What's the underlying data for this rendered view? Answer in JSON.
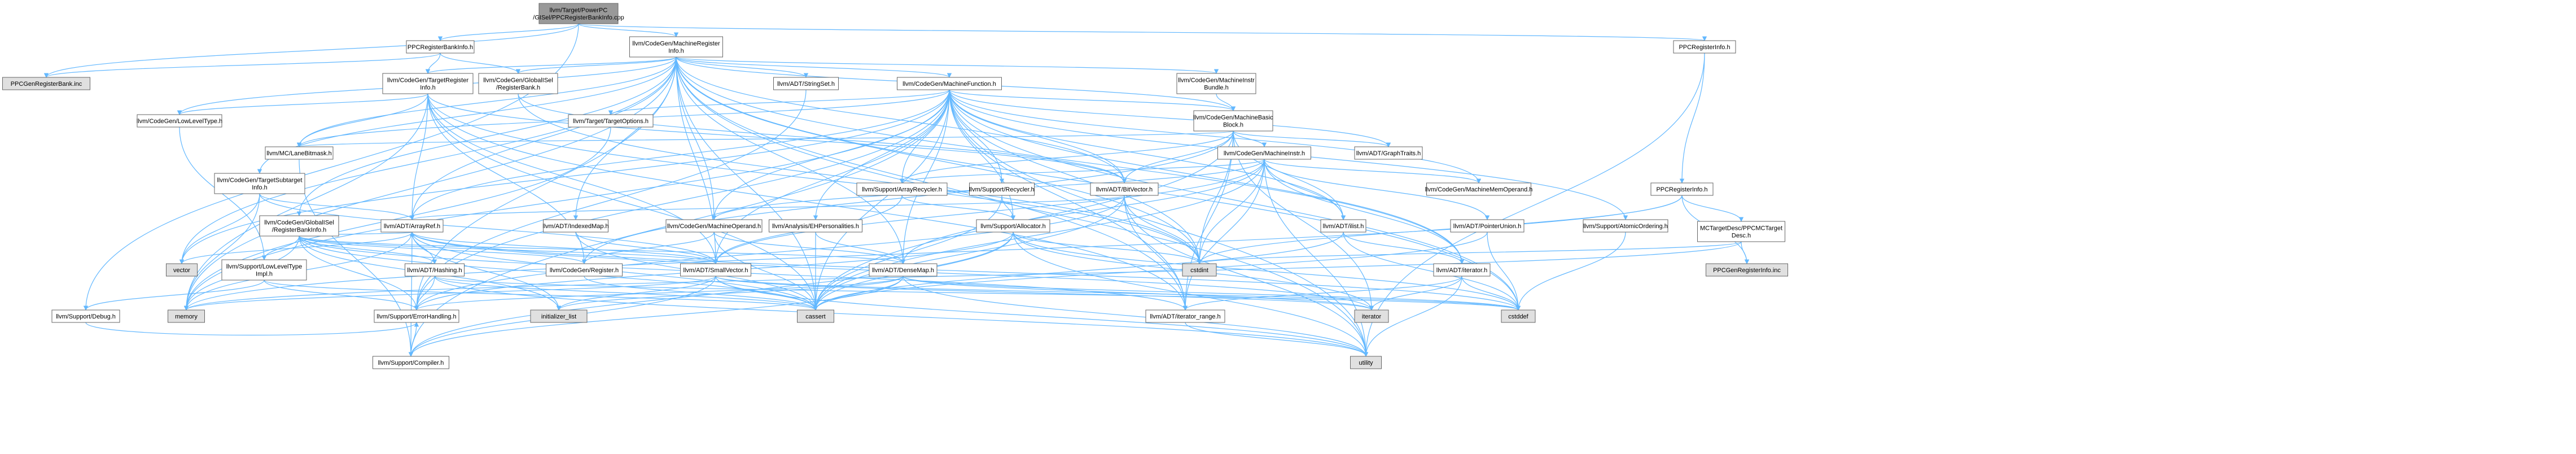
{
  "colors": {
    "edge": "#63b8ff",
    "box_border": "#666666",
    "box_fill": "#ffffff",
    "root_fill": "#999999",
    "external_fill": "#e0e0e0",
    "link_text": "#ff0000"
  },
  "nodes": [
    {
      "id": "root",
      "label": [
        "llvm/Target/PowerPC",
        "/GISel/PPCRegisterBankInfo.cpp"
      ],
      "style": "root"
    },
    {
      "id": "ppcrbi",
      "label": [
        "PPCRegisterBankInfo.h"
      ],
      "style": "plain"
    },
    {
      "id": "mri",
      "label": [
        "llvm/CodeGen/MachineRegister",
        "Info.h"
      ],
      "style": "plain"
    },
    {
      "id": "ppcreginfo",
      "label": [
        "PPCRegisterInfo.h"
      ],
      "style": "plain"
    },
    {
      "id": "ppcrbinc",
      "label": [
        "PPCGenRegisterBank.inc"
      ],
      "style": "ext"
    },
    {
      "id": "rbhdr",
      "label": [
        "llvm/CodeGen/GlobalISel",
        "/RegisterBank.h"
      ],
      "style": "plain"
    },
    {
      "id": "tri",
      "label": [
        "llvm/CodeGen/TargetRegister",
        "Info.h"
      ],
      "style": "red"
    },
    {
      "id": "stringset",
      "label": [
        "llvm/ADT/StringSet.h"
      ],
      "style": "red"
    },
    {
      "id": "mf",
      "label": [
        "llvm/CodeGen/MachineFunction.h"
      ],
      "style": "plain"
    },
    {
      "id": "mib",
      "label": [
        "llvm/CodeGen/MachineInstr",
        "Bundle.h"
      ],
      "style": "plain"
    },
    {
      "id": "llt",
      "label": [
        "llvm/CodeGen/LowLevelType.h"
      ],
      "style": "red"
    },
    {
      "id": "targetopts",
      "label": [
        "llvm/Target/TargetOptions.h"
      ],
      "style": "red"
    },
    {
      "id": "mbb",
      "label": [
        "llvm/CodeGen/MachineBasic",
        "Block.h"
      ],
      "style": "red"
    },
    {
      "id": "lanebm",
      "label": [
        "llvm/MC/LaneBitmask.h"
      ],
      "style": "red"
    },
    {
      "id": "graphtraits",
      "label": [
        "llvm/ADT/GraphTraits.h"
      ],
      "style": "plain"
    },
    {
      "id": "tsi",
      "label": [
        "llvm/CodeGen/TargetSubtarget",
        "Info.h"
      ],
      "style": "red"
    },
    {
      "id": "mi",
      "label": [
        "llvm/CodeGen/MachineInstr.h"
      ],
      "style": "red"
    },
    {
      "id": "arrayrecycler",
      "label": [
        "llvm/Support/ArrayRecycler.h"
      ],
      "style": "red"
    },
    {
      "id": "recycler",
      "label": [
        "llvm/Support/Recycler.h"
      ],
      "style": "plain"
    },
    {
      "id": "bitvector",
      "label": [
        "llvm/ADT/BitVector.h"
      ],
      "style": "red"
    },
    {
      "id": "mmo",
      "label": [
        "llvm/CodeGen/MachineMemOperand.h"
      ],
      "style": "red"
    },
    {
      "id": "ppcreginfoh",
      "label": [
        "PPCRegisterInfo.h"
      ],
      "style": "plain"
    },
    {
      "id": "rbi",
      "label": [
        "llvm/CodeGen/GlobalISel",
        "/RegisterBankInfo.h"
      ],
      "style": "plain"
    },
    {
      "id": "arrayref",
      "label": [
        "llvm/ADT/ArrayRef.h"
      ],
      "style": "red"
    },
    {
      "id": "indexedmap",
      "label": [
        "llvm/ADT/IndexedMap.h"
      ],
      "style": "red"
    },
    {
      "id": "mo",
      "label": [
        "llvm/CodeGen/MachineOperand.h"
      ],
      "style": "red"
    },
    {
      "id": "ehpers",
      "label": [
        "llvm/Analysis/EHPersonalities.h"
      ],
      "style": "red"
    },
    {
      "id": "allocator",
      "label": [
        "llvm/Support/Allocator.h"
      ],
      "style": "red"
    },
    {
      "id": "ilist",
      "label": [
        "llvm/ADT/ilist.h"
      ],
      "style": "red"
    },
    {
      "id": "ptrunion",
      "label": [
        "llvm/ADT/PointerUnion.h"
      ],
      "style": "red"
    },
    {
      "id": "atomicord",
      "label": [
        "llvm/Support/AtomicOrdering.h"
      ],
      "style": "plain"
    },
    {
      "id": "mctarget",
      "label": [
        "MCTargetDesc/PPCMCTarget",
        "Desc.h"
      ],
      "style": "red"
    },
    {
      "id": "lltimpl",
      "label": [
        "llvm/Support/LowLevelType",
        "Impl.h"
      ],
      "style": "red"
    },
    {
      "id": "hashing",
      "label": [
        "llvm/ADT/Hashing.h"
      ],
      "style": "red"
    },
    {
      "id": "register",
      "label": [
        "llvm/CodeGen/Register.h"
      ],
      "style": "red"
    },
    {
      "id": "smallvector",
      "label": [
        "llvm/ADT/SmallVector.h"
      ],
      "style": "red"
    },
    {
      "id": "densemap",
      "label": [
        "llvm/ADT/DenseMap.h"
      ],
      "style": "red"
    },
    {
      "id": "iterator",
      "label": [
        "llvm/ADT/iterator.h"
      ],
      "style": "red"
    },
    {
      "id": "ppcreginfoinc",
      "label": [
        "PPCGenRegisterInfo.inc"
      ],
      "style": "ext"
    },
    {
      "id": "vector",
      "label": [
        "vector"
      ],
      "style": "ext"
    },
    {
      "id": "cstdint",
      "label": [
        "cstdint"
      ],
      "style": "ext"
    },
    {
      "id": "debug",
      "label": [
        "llvm/Support/Debug.h"
      ],
      "style": "plain"
    },
    {
      "id": "memory",
      "label": [
        "memory"
      ],
      "style": "ext"
    },
    {
      "id": "errhandling",
      "label": [
        "llvm/Support/ErrorHandling.h"
      ],
      "style": "red"
    },
    {
      "id": "initlist",
      "label": [
        "initializer_list"
      ],
      "style": "ext"
    },
    {
      "id": "cassert",
      "label": [
        "cassert"
      ],
      "style": "ext"
    },
    {
      "id": "iterrange",
      "label": [
        "llvm/ADT/iterator_range.h"
      ],
      "style": "plain"
    },
    {
      "id": "iteratorstd",
      "label": [
        "iterator"
      ],
      "style": "ext"
    },
    {
      "id": "cstddef",
      "label": [
        "cstddef"
      ],
      "style": "ext"
    },
    {
      "id": "compiler",
      "label": [
        "llvm/Support/Compiler.h"
      ],
      "style": "red"
    },
    {
      "id": "utility",
      "label": [
        "utility"
      ],
      "style": "ext"
    }
  ],
  "edges": [
    [
      "root",
      "ppcrbi"
    ],
    [
      "root",
      "mri"
    ],
    [
      "root",
      "ppcreginfo"
    ],
    [
      "root",
      "ppcrbinc"
    ],
    [
      "root",
      "debug"
    ],
    [
      "ppcrbi",
      "ppcrbinc"
    ],
    [
      "ppcrbi",
      "rbhdr"
    ],
    [
      "ppcrbi",
      "tri"
    ],
    [
      "mri",
      "stringset"
    ],
    [
      "mri",
      "mf"
    ],
    [
      "mri",
      "mib"
    ],
    [
      "mri",
      "tri"
    ],
    [
      "mri",
      "llt"
    ],
    [
      "mri",
      "rbhdr"
    ],
    [
      "mri",
      "mbb"
    ],
    [
      "mri",
      "lanebm"
    ],
    [
      "mri",
      "tsi"
    ],
    [
      "mri",
      "bitvector"
    ],
    [
      "mri",
      "rbi"
    ],
    [
      "mri",
      "arrayref"
    ],
    [
      "mri",
      "indexedmap"
    ],
    [
      "mri",
      "mo"
    ],
    [
      "mri",
      "smallvector"
    ],
    [
      "mri",
      "densemap"
    ],
    [
      "mri",
      "iterrange"
    ],
    [
      "mri",
      "vector"
    ],
    [
      "mri",
      "memory"
    ],
    [
      "mri",
      "cstdint"
    ],
    [
      "mri",
      "utility"
    ],
    [
      "mri",
      "cassert"
    ],
    [
      "mri",
      "cstddef"
    ],
    [
      "mri",
      "iterator"
    ],
    [
      "mri",
      "errhandling"
    ],
    [
      "mf",
      "targetopts"
    ],
    [
      "mf",
      "mbb"
    ],
    [
      "mf",
      "graphtraits"
    ],
    [
      "mf",
      "ilist"
    ],
    [
      "mf",
      "bitvector"
    ],
    [
      "mf",
      "arrayrecycler"
    ],
    [
      "mf",
      "recycler"
    ],
    [
      "mf",
      "allocator"
    ],
    [
      "mf",
      "ehpers"
    ],
    [
      "mf",
      "mo"
    ],
    [
      "mf",
      "mmo"
    ],
    [
      "mf",
      "atomicord"
    ],
    [
      "mf",
      "arrayref"
    ],
    [
      "mf",
      "densemap"
    ],
    [
      "mf",
      "smallvector"
    ],
    [
      "mf",
      "cassert"
    ],
    [
      "mf",
      "cstdint"
    ],
    [
      "mf",
      "memory"
    ],
    [
      "mf",
      "utility"
    ],
    [
      "mf",
      "vector"
    ],
    [
      "mf",
      "compiler"
    ],
    [
      "mf",
      "iterator"
    ],
    [
      "mf",
      "iterrange"
    ],
    [
      "mf",
      "cstddef"
    ],
    [
      "mf",
      "errhandling"
    ],
    [
      "mf",
      "lanebm"
    ],
    [
      "mib",
      "mbb"
    ],
    [
      "mbb",
      "mi"
    ],
    [
      "mbb",
      "graphtraits"
    ],
    [
      "mbb",
      "ilist"
    ],
    [
      "mbb",
      "bitvector"
    ],
    [
      "mbb",
      "lanebm"
    ],
    [
      "mbb",
      "iterrange"
    ],
    [
      "mbb",
      "cassert"
    ],
    [
      "mbb",
      "cstdint"
    ],
    [
      "mbb",
      "iteratorstd"
    ],
    [
      "mbb",
      "register"
    ],
    [
      "mbb",
      "arrayrecycler"
    ],
    [
      "mi",
      "mmo"
    ],
    [
      "mi",
      "ptrunion"
    ],
    [
      "mi",
      "arrayrecycler"
    ],
    [
      "mi",
      "ilist"
    ],
    [
      "mi",
      "iterator"
    ],
    [
      "mi",
      "iterrange"
    ],
    [
      "mi",
      "densemap"
    ],
    [
      "mi",
      "smallvector"
    ],
    [
      "mi",
      "mo"
    ],
    [
      "mi",
      "cstdint"
    ],
    [
      "mi",
      "utility"
    ],
    [
      "mi",
      "cassert"
    ],
    [
      "tri",
      "arrayref"
    ],
    [
      "tri",
      "bitvector"
    ],
    [
      "tri",
      "smallvector"
    ],
    [
      "tri",
      "lanebm"
    ],
    [
      "tri",
      "register"
    ],
    [
      "tri",
      "cstdint"
    ],
    [
      "tri",
      "cassert"
    ],
    [
      "tri",
      "iterrange"
    ],
    [
      "tri",
      "memory"
    ],
    [
      "tri",
      "llt"
    ],
    [
      "llt",
      "lltimpl"
    ],
    [
      "tsi",
      "arrayref"
    ],
    [
      "tsi",
      "smallvector"
    ],
    [
      "tsi",
      "vector"
    ],
    [
      "tsi",
      "memory"
    ],
    [
      "lanebm",
      "compiler"
    ],
    [
      "rbhdr",
      "bitvector"
    ],
    [
      "rbhdr",
      "cstdint"
    ],
    [
      "rbi",
      "arrayref"
    ],
    [
      "rbi",
      "hashing"
    ],
    [
      "rbi",
      "smallvector"
    ],
    [
      "rbi",
      "iterrange"
    ],
    [
      "rbi",
      "errhandling"
    ],
    [
      "rbi",
      "cassert"
    ],
    [
      "rbi",
      "initlist"
    ],
    [
      "rbi",
      "memory"
    ],
    [
      "rbi",
      "lltimpl"
    ],
    [
      "rbi",
      "register"
    ],
    [
      "rbi",
      "densemap"
    ],
    [
      "arrayref",
      "hashing"
    ],
    [
      "arrayref",
      "smallvector"
    ],
    [
      "arrayref",
      "compiler"
    ],
    [
      "arrayref",
      "cassert"
    ],
    [
      "arrayref",
      "cstddef"
    ],
    [
      "arrayref",
      "initlist"
    ],
    [
      "arrayref",
      "iteratorstd"
    ],
    [
      "arrayref",
      "memory"
    ],
    [
      "arrayref",
      "vector"
    ],
    [
      "hashing",
      "errhandling"
    ],
    [
      "hashing",
      "cassert"
    ],
    [
      "hashing",
      "cstddef"
    ],
    [
      "hashing",
      "utility"
    ],
    [
      "register",
      "cassert"
    ],
    [
      "smallvector",
      "compiler"
    ],
    [
      "smallvector",
      "cassert"
    ],
    [
      "smallvector",
      "cstddef"
    ],
    [
      "smallvector",
      "initlist"
    ],
    [
      "smallvector",
      "iteratorstd"
    ],
    [
      "smallvector",
      "memory"
    ],
    [
      "smallvector",
      "utility"
    ],
    [
      "densemap",
      "compiler"
    ],
    [
      "densemap",
      "cassert"
    ],
    [
      "densemap",
      "cstddef"
    ],
    [
      "densemap",
      "initlist"
    ],
    [
      "densemap",
      "iteratorstd"
    ],
    [
      "densemap",
      "utility"
    ],
    [
      "densemap",
      "errhandling"
    ],
    [
      "bitvector",
      "arrayref"
    ],
    [
      "bitvector",
      "iterrange"
    ],
    [
      "bitvector",
      "cassert"
    ],
    [
      "bitvector",
      "cstdint"
    ],
    [
      "bitvector",
      "utility"
    ],
    [
      "bitvector",
      "errhandling"
    ],
    [
      "recycler",
      "allocator"
    ],
    [
      "recycler",
      "cassert"
    ],
    [
      "arrayrecycler",
      "allocator"
    ],
    [
      "arrayrecycler",
      "smallvector"
    ],
    [
      "allocator",
      "compiler"
    ],
    [
      "allocator",
      "errhandling"
    ],
    [
      "allocator",
      "cassert"
    ],
    [
      "allocator",
      "cstddef"
    ],
    [
      "allocator",
      "cstdint"
    ],
    [
      "allocator",
      "utility"
    ],
    [
      "allocator",
      "iteratorstd"
    ],
    [
      "ilist",
      "iterator"
    ],
    [
      "ilist",
      "cassert"
    ],
    [
      "ilist",
      "cstddef"
    ],
    [
      "ptrunion",
      "cassert"
    ],
    [
      "ptrunion",
      "cstddef"
    ],
    [
      "atomicord",
      "cstddef"
    ],
    [
      "iterator",
      "iterrange"
    ],
    [
      "iterator",
      "cstddef"
    ],
    [
      "iterator",
      "iteratorstd"
    ],
    [
      "iterator",
      "utility"
    ],
    [
      "iterrange",
      "utility"
    ],
    [
      "mo",
      "register"
    ],
    [
      "mo",
      "densemap"
    ],
    [
      "mo",
      "cassert"
    ],
    [
      "ehpers",
      "densemap"
    ],
    [
      "ehpers",
      "cassert"
    ],
    [
      "indexedmap",
      "smallvector"
    ],
    [
      "indexedmap",
      "cassert"
    ],
    [
      "errhandling",
      "compiler"
    ],
    [
      "stringset",
      "errhandling"
    ],
    [
      "ppcreginfo",
      "ppcreginfoh"
    ],
    [
      "ppcreginfo",
      "utility"
    ],
    [
      "ppcreginfoh",
      "mctarget"
    ],
    [
      "ppcreginfoh",
      "ppcreginfoinc"
    ],
    [
      "ppcreginfoh",
      "cstdint"
    ],
    [
      "ppcreginfoh",
      "memory"
    ],
    [
      "mctarget",
      "ppcreginfoinc"
    ],
    [
      "mctarget",
      "cstdint"
    ],
    [
      "mctarget",
      "memory"
    ],
    [
      "lltimpl",
      "debug"
    ],
    [
      "lltimpl",
      "cassert"
    ],
    [
      "lltimpl",
      "errhandling"
    ],
    [
      "debug",
      "errhandling"
    ],
    [
      "targetopts",
      "memory"
    ]
  ]
}
